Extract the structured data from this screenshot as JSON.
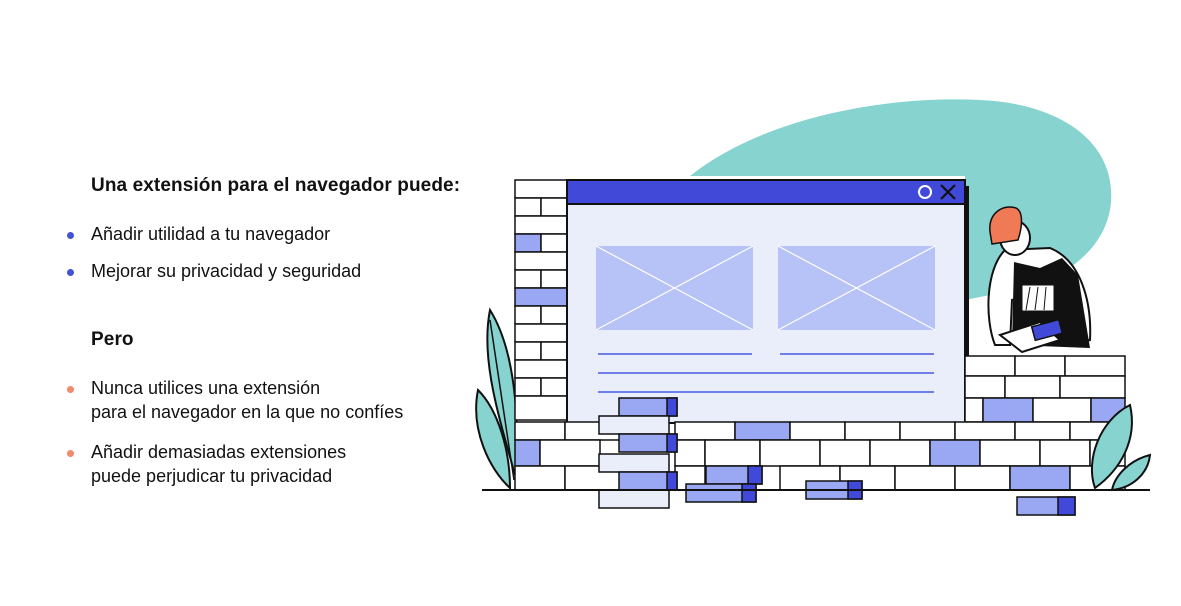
{
  "intro": {
    "heading": "Una extensión para el navegador puede:",
    "bullets": [
      {
        "text": "Añadir utilidad a tu navegador"
      },
      {
        "text": "Mejorar su privacidad y seguridad"
      }
    ]
  },
  "caution": {
    "heading": "Pero",
    "bullets": [
      {
        "line1": "Nunca utilices una extensión",
        "line2": "para el navegador en la que no confíes"
      },
      {
        "line1": "Añadir demasiadas extensiones",
        "line2": "puede perjudicar tu privacidad"
      }
    ]
  },
  "colors": {
    "bullet_blue": "#4352d6",
    "bullet_orange": "#f08a6b",
    "window_bar": "#4149d9",
    "window_bg": "#e9eefa",
    "placeholder": "#b7c2f7",
    "brick_blue": "#9aa8f3",
    "brick_dark": "#4149d9",
    "blob_teal": "#86d3cf",
    "helmet": "#f07a55"
  },
  "icons": [
    "window-close-icon",
    "window-minimize-circle-icon",
    "image-placeholder-icon"
  ]
}
